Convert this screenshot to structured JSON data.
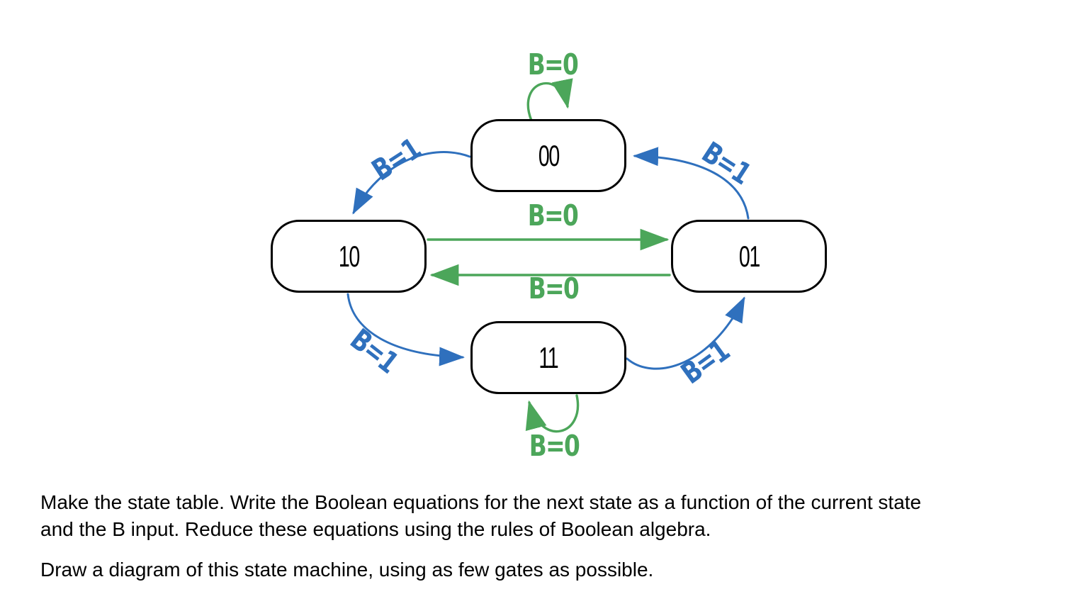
{
  "diagram": {
    "states": [
      {
        "id": "00",
        "label": "00"
      },
      {
        "id": "10",
        "label": "10"
      },
      {
        "id": "01",
        "label": "01"
      },
      {
        "id": "11",
        "label": "11"
      }
    ],
    "transitions": [
      {
        "from": "00",
        "to": "00",
        "label": "B=0"
      },
      {
        "from": "10",
        "to": "01",
        "label": "B=0"
      },
      {
        "from": "01",
        "to": "10",
        "label": "B=0"
      },
      {
        "from": "11",
        "to": "11",
        "label": "B=0"
      },
      {
        "from": "00",
        "to": "10",
        "label": "B=1"
      },
      {
        "from": "01",
        "to": "00",
        "label": "B=1"
      },
      {
        "from": "10",
        "to": "11",
        "label": "B=1"
      },
      {
        "from": "11",
        "to": "01",
        "label": "B=1"
      }
    ],
    "colors": {
      "b0_green": "#4CA65A",
      "b1_blue": "#2F70BD",
      "state_border": "#000000",
      "state_text": "#000000"
    }
  },
  "instructions": {
    "paragraph1_line1": "Make the state table. Write the Boolean equations for the next state as a function of the current state",
    "paragraph1_line2": "and the B input. Reduce these equations using the rules of Boolean algebra.",
    "paragraph2": "Draw a diagram of this state machine, using as few gates as possible."
  }
}
